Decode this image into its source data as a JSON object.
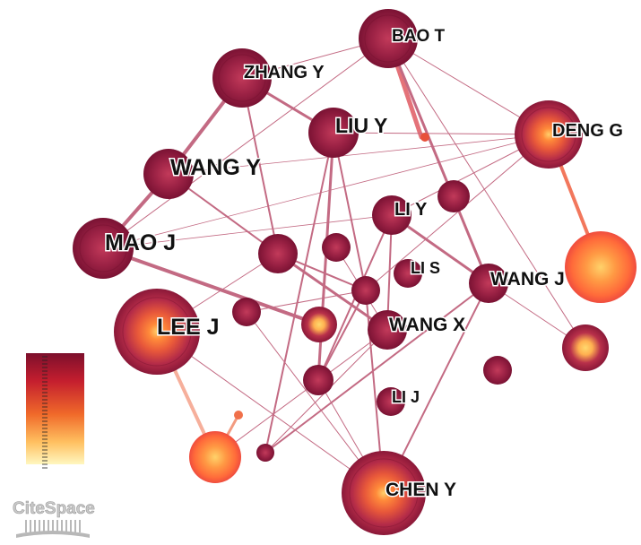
{
  "labels": {
    "bao_t": "BAO T",
    "zhang_y": "ZHANG Y",
    "liu_y": "LIU Y",
    "deng_g": "DENG G",
    "wang_y": "WANG Y",
    "li_y": "LI Y",
    "mao_j": "MAO J",
    "li_s": "LI S",
    "wang_j": "WANG J",
    "lee_j": "LEE J",
    "wang_x": "WANG X",
    "li_j": "LI J",
    "chen_y": "CHEN Y"
  },
  "logo": {
    "text": "CiteSpace"
  },
  "colors": {
    "dark_node": "#8a1838",
    "node_mid": "#b02a4a",
    "hot_core": "#ff7a2a",
    "warm_core": "#ffd070",
    "link": "#b9516e",
    "legend_top": "#7d0f2c",
    "legend_bottom": "#fff7c0"
  },
  "legend": {
    "type": "color-scale"
  }
}
